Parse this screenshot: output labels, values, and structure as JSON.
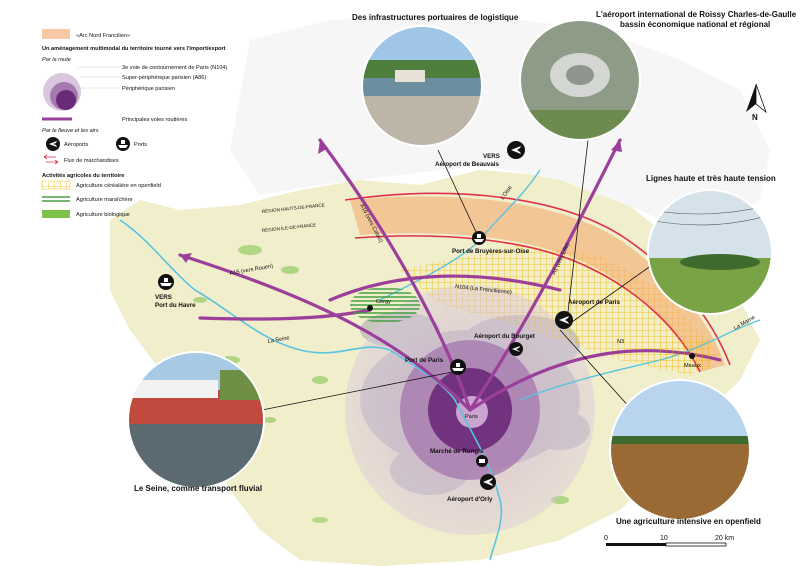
{
  "legend": {
    "arc_label": "«Arc Nord Francilien»",
    "title": "Un aménagement multimodal du territoire tourné vers l'import/export",
    "road_header": "Par la route",
    "ring1": "3e voie de contournement de Paris (N104)",
    "ring2": "Super-périphérique parisien (A86)",
    "ring3": "Périphérique parisien",
    "main_roads": "Principales voies routières",
    "water_header": "Par le fleuve et les airs",
    "airports": "Aéroports",
    "ports": "Ports",
    "flows": "Flux de marchandises",
    "agri_title": "Activités agricoles du territoire",
    "agri_cereal": "Agriculture céréalière en openfield",
    "agri_market": "Agriculture maraîchère",
    "agri_bio": "Agriculture biologique"
  },
  "captions": {
    "port_infra": "Des infrastructures portuaires de logistique",
    "cdg_line1": "L'aéroport international de Roissy Charles-de-Gaulle",
    "cdg_line2": "bassin économique national et régional",
    "power": "Lignes haute et très haute tension",
    "seine": "Le Seine, comme transport fluvial",
    "agri": "Une agriculture intensive en openfield"
  },
  "map_labels": {
    "vers_beauvais_1": "VERS",
    "vers_beauvais_2": "Aéroport de Beauvais",
    "vers_havre_1": "VERS",
    "vers_havre_2": "Port du Havre",
    "port_bruyeres": "Port de Bruyères-sur-Oise",
    "aero_paris": "Aéroport de Paris",
    "aero_bourget": "Aéroport du Bourget",
    "port_paris": "Port de Paris",
    "paris": "Paris",
    "rungis": "Marché de Rungis",
    "orly": "Aéroport d'Orly",
    "cergy": "Cergy",
    "meaux": "Meaux",
    "region_hdf": "RÉGION HAUTS-DE-FRANCE",
    "region_idf": "RÉGION ILE-DE-FRANCE",
    "a15": "A15 (vers Rouen)",
    "a16": "A16 (vers Calais)",
    "a1": "A1 (vers Lille)",
    "n104": "N104 (La Francilienne)",
    "n3": "N3",
    "seine": "La Seine",
    "oise": "L'Oise",
    "marne": "La Marne"
  },
  "scale": {
    "t0": "0",
    "t10": "10",
    "t20": "20 km"
  },
  "north": "N",
  "colors": {
    "purple": "#9b3f9a",
    "red": "#e0304a",
    "arc": "#f2a56a",
    "ring_light": "#d9c7de",
    "ring_mid": "#b48ab8",
    "ring_dark": "#6a2a78",
    "land": "#f1eecb",
    "green": "#7cc24a",
    "water": "#59c4e0"
  }
}
